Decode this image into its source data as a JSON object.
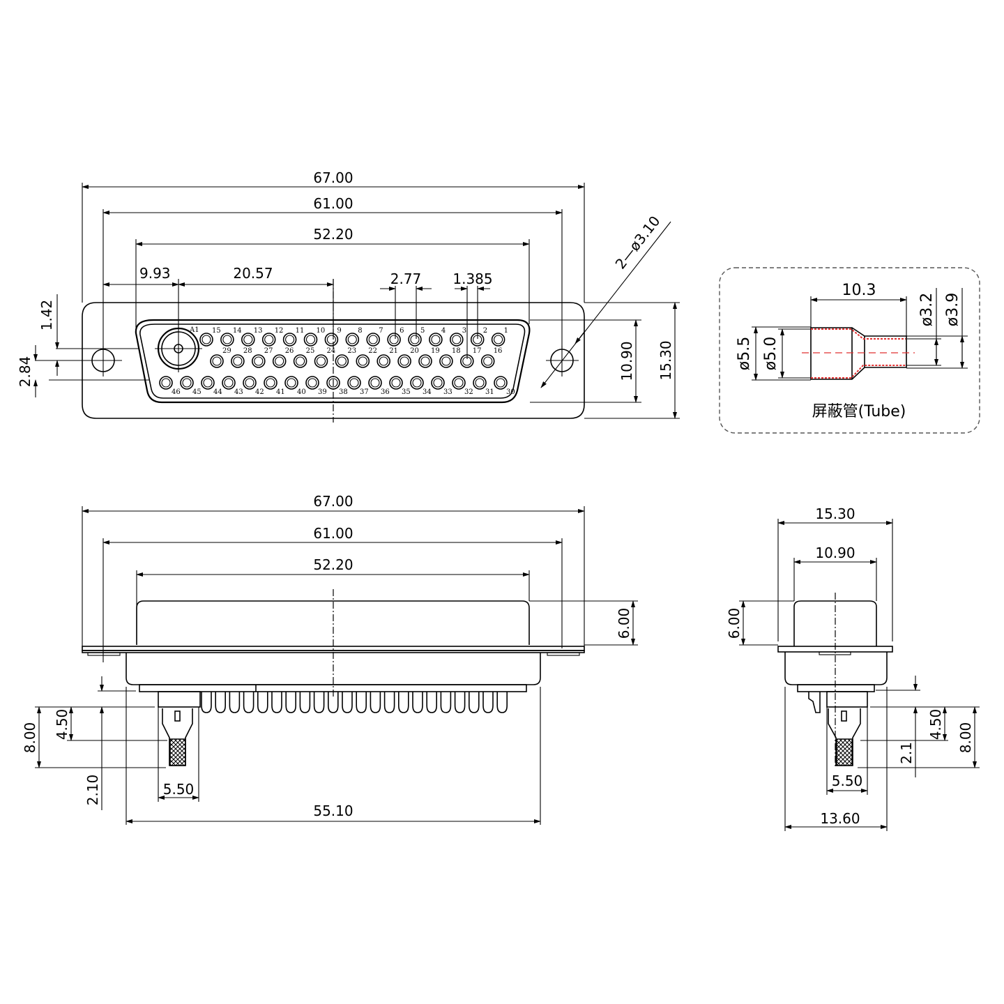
{
  "front_view": {
    "dims_horizontal": {
      "overall_width": "67.00",
      "mount_hole_pitch": "61.00",
      "shell_width": "52.20",
      "a1_offset": "9.93",
      "a1_to_center": "20.57",
      "pin_pitch": "2.77",
      "row_offset": "1.385"
    },
    "dims_vertical": {
      "hole_to_top_row": "1.42",
      "hole_offset": "2.84",
      "shell_height": "10.90",
      "flange_height": "15.30"
    },
    "hole_callout": "2—ø3.10",
    "coax_label": "A1",
    "pins_top_row": [
      "15",
      "14",
      "13",
      "12",
      "11",
      "10",
      "9",
      "8",
      "7",
      "6",
      "5",
      "4",
      "3",
      "2",
      "1"
    ],
    "pins_middle_row": [
      "29",
      "28",
      "27",
      "26",
      "25",
      "24",
      "23",
      "22",
      "21",
      "20",
      "19",
      "18",
      "17",
      "16"
    ],
    "pins_bottom_row": [
      "46",
      "45",
      "44",
      "43",
      "42",
      "41",
      "40",
      "39",
      "38",
      "37",
      "36",
      "35",
      "34",
      "33",
      "32",
      "31",
      "30"
    ]
  },
  "tube_detail": {
    "length": "10.3",
    "outer_dia_large": "ø5.5",
    "inner_dia_large": "ø5.0",
    "inner_dia_small": "ø3.2",
    "outer_dia_small": "ø3.9",
    "caption": "屏蔽管(Tube)",
    "accent_color": "#e03030"
  },
  "side_view": {
    "overall_width": "67.00",
    "mount_hole_pitch": "61.00",
    "shell_width": "52.20",
    "shell_depth": "6.00",
    "body_width": "55.10",
    "coax_dia": "5.50",
    "coax_length": "8.00",
    "coax_ferrule": "4.50",
    "coax_offset": "2.10"
  },
  "end_view": {
    "flange_height": "15.30",
    "shell_height": "10.90",
    "shell_depth": "6.00",
    "coax_offset": "2.1",
    "coax_ferrule": "4.50",
    "coax_length": "8.00",
    "coax_dia": "5.50",
    "body_height": "13.60"
  }
}
